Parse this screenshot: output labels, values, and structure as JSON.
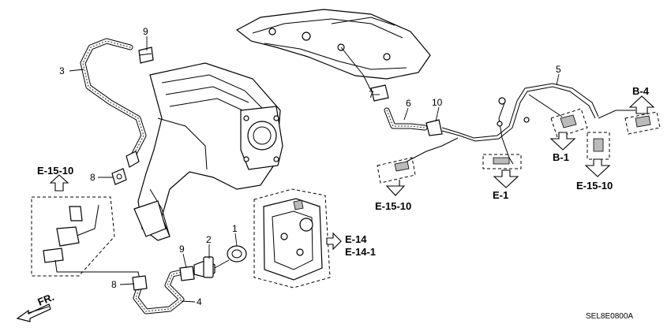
{
  "diagram": {
    "part_numbers": {
      "p1": "1",
      "p2": "2",
      "p3": "3",
      "p4": "4",
      "p5": "5",
      "p6": "6",
      "p7": "7",
      "p8_top": "8",
      "p8_bottom": "8",
      "p9_top": "9",
      "p9_bottom": "9",
      "p10": "10"
    },
    "references": {
      "e15_10_left": "E-15-10",
      "e15_10_mid": "E-15-10",
      "e15_10_right": "E-15-10",
      "e1": "E-1",
      "b1": "B-1",
      "b4": "B-4",
      "e14": "E-14",
      "e14_1": "E-14-1"
    },
    "direction_label": "FR.",
    "drawing_code": "SEL8E0800A"
  }
}
